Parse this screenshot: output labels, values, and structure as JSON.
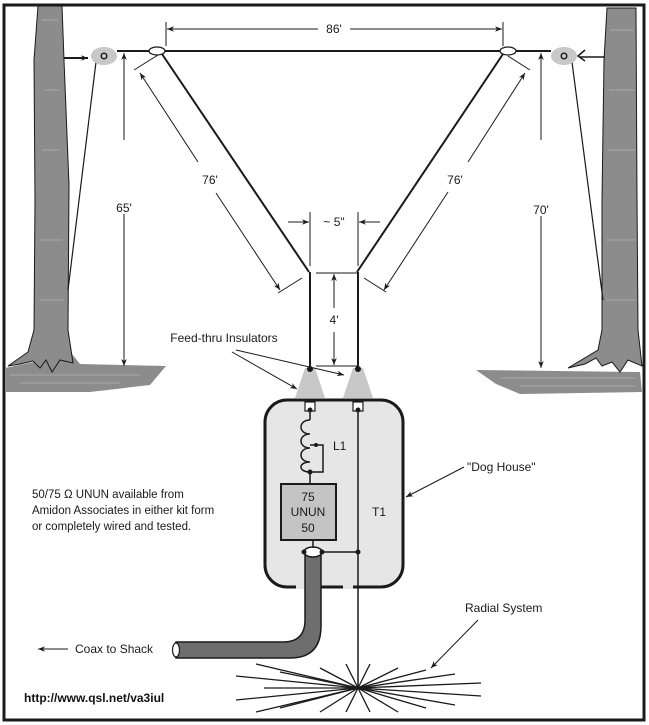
{
  "diagram": {
    "type": "antenna-schematic",
    "colors": {
      "tree": "#8c8c8c",
      "tree_light": "#a8a8a8",
      "insulator": "#c8c8c8",
      "doghouse_fill": "#e6e6e6",
      "unun_fill": "#c4c4c4",
      "coax": "#6e6e6e",
      "line": "#1a1a1a",
      "frame": "#1a1a1a"
    },
    "dimensions": {
      "top_span": "86'",
      "left_leg": "76'",
      "right_leg": "76'",
      "left_height": "65'",
      "right_height": "70'",
      "feedline_spacing": "~ 5\"",
      "feedline_length": "4'"
    },
    "labels": {
      "feed_thru_insulators": "Feed-thru Insulators",
      "coil": "L1",
      "unun_top": "75",
      "unun_mid": "UNUN",
      "unun_bottom": "50",
      "transformer": "T1",
      "dog_house": "\"Dog House\"",
      "radial_system": "Radial System",
      "coax_to_shack": "Coax to Shack",
      "url": "http://www.qsl.net/va3iul"
    },
    "note": [
      "50/75 Ω UNUN available from",
      "Amidon Associates in either kit form",
      "or completely wired and tested."
    ]
  }
}
